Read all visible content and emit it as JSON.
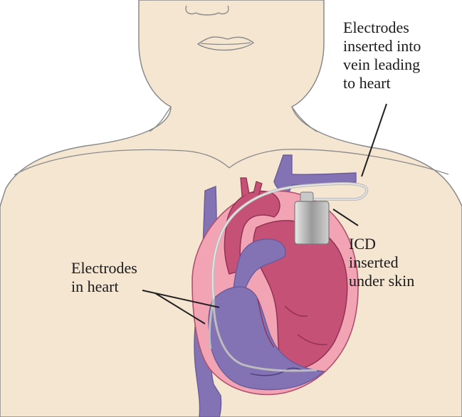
{
  "labels": {
    "electrodes_vein": "Electrodes\ninserted into\nvein leading\nto heart",
    "icd": "ICD\ninserted\nunder skin",
    "electrodes_heart": "Electrodes\nin heart"
  },
  "colors": {
    "skin": "#f5e6d2",
    "skin_outline": "#8a8a8a",
    "vessel_purple": "#8473b4",
    "vessel_purple_dark": "#6a5a9c",
    "heart_red": "#c55176",
    "heart_pink": "#f2a3b4",
    "lead_wire": "#c8c8c8",
    "device_gray": "#b4b4b4"
  }
}
